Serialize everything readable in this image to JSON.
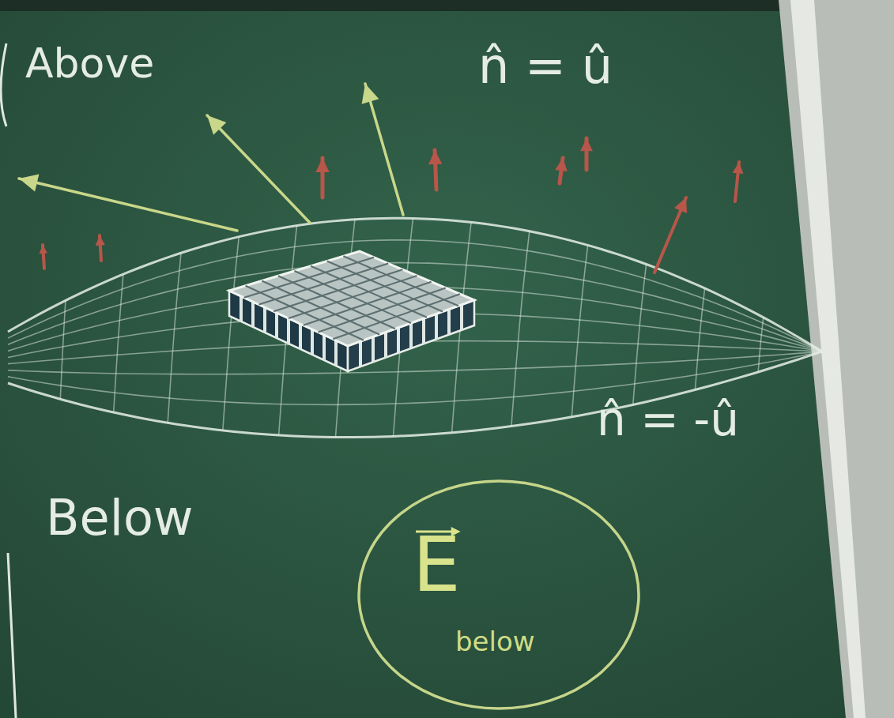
{
  "diagram": {
    "nodes": [
      {
        "text": [
          "E",
          "below"
        ]
      }
    ],
    "labels": [
      "Above",
      "n̂ = û",
      "n̂ = -û",
      "Below"
    ]
  }
}
